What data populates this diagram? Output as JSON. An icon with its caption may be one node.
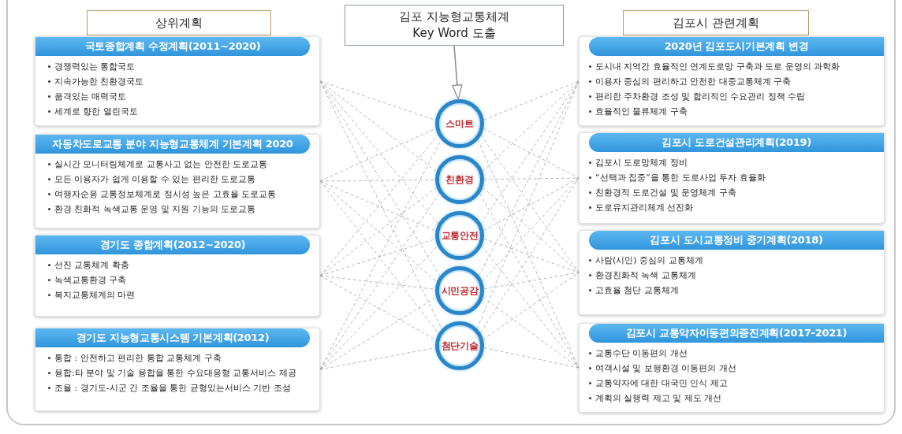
{
  "diagram": {
    "nodes": [
      {
        "text": [
          "상위계획"
        ]
      },
      {
        "text": [
          "김포 지능형교통체계 Key Word 도출"
        ]
      },
      {
        "text": [
          "김포시 관련계획"
        ]
      },
      {
        "text": [
          "국토종합계획 수정계획(2011~2020)",
          "경쟁력있는 통합국토",
          "지속가능한 친환경국토",
          "품격있는 매력국토",
          "세계로 향한 열린국토"
        ]
      },
      {
        "text": [
          "자동차도로교통 분야 지능형교통체계 기본계획 2020",
          "실시간 모니터링체계로 교통사고 없는 안전한 도로교통",
          "모든 이용자가 쉽게 이용할 수 있는 편리한 도로교통",
          "여행자순응 교통정보체계로 정시성 높은 고효율 도로교통",
          "환경 친화적 녹색교통 운영 및 지원 기능의 도로교통"
        ]
      },
      {
        "text": [
          "경기도 종합계획(2012~2020)",
          "선진 교통체계 확충",
          "녹색교통환경 구축",
          "복지교통체계의 마련"
        ]
      },
      {
        "text": [
          "경기도 지능형교통시스템 기본계획(2012)",
          "통합 : 안전하고 편리한 통합 교통체계 구축",
          "융합:타 분야 및 기술 융합을 통한 수요대응형 교통서비스 제공",
          "조율 : 경기도-시군 간 조율을 통한 균형있는서비스 기반 조성"
        ]
      },
      {
        "text": [
          "스마트"
        ]
      },
      {
        "text": [
          "친환경"
        ]
      },
      {
        "text": [
          "교통안전"
        ]
      },
      {
        "text": [
          "시민공감"
        ]
      },
      {
        "text": [
          "첨단기술"
        ]
      },
      {
        "text": [
          "2020년 김포도시기본계획 변경",
          "도시내 지역간 효율적인 연계도로망 구축과 도로 운영의 과학화",
          "이용자 중심의 편리하고 안전한 대중교통체계 구축",
          "편리한 주차환경 조성 및 합리적인 수요관리 정책 수립",
          "효율적인 물류체계 구축"
        ]
      },
      {
        "text": [
          "김포시 도로건설관리계획(2019)",
          "김포시 도로망체계 정비",
          "“선택과 집중“을 통한 도로사업 투자 효율화",
          "친환경적 도로건설 및 운영체계 구축",
          "도로유지관리체계 선진화"
        ]
      },
      {
        "text": [
          "김포시 도시교통정비 중기계획(2018)",
          "사람(시민) 중심의 교통체계",
          "환경친화적 녹색 교통체계",
          "고효율 첨단 교통체계"
        ]
      },
      {
        "text": [
          "김포시 교통약자이동편의증진계획(2017-2021)",
          "교통수단 이동편의 개선",
          "여객시설 및 보행환경 이동편의 개선",
          "교통약자에 대한 대국민 인식 제고",
          "계획의 실행력 제고 및 제도 개선"
        ]
      }
    ],
    "edges": [
      {
        "from": 3,
        "to": 7,
        "arrow": "none",
        "style": "dashed"
      },
      {
        "from": 3,
        "to": 8,
        "arrow": "none",
        "style": "dashed"
      },
      {
        "from": 3,
        "to": 9,
        "arrow": "none",
        "style": "dashed"
      },
      {
        "from": 3,
        "to": 10,
        "arrow": "none",
        "style": "dashed"
      },
      {
        "from": 3,
        "to": 11,
        "arrow": "none",
        "style": "dashed"
      },
      {
        "from": 4,
        "to": 7,
        "arrow": "none",
        "style": "dashed"
      },
      {
        "from": 4,
        "to": 8,
        "arrow": "none",
        "style": "dashed"
      },
      {
        "from": 4,
        "to": 9,
        "arrow": "none",
        "style": "dashed"
      },
      {
        "from": 4,
        "to": 10,
        "arrow": "none",
        "style": "dashed"
      },
      {
        "from": 4,
        "to": 11,
        "arrow": "none",
        "style": "dashed"
      },
      {
        "from": 5,
        "to": 7,
        "arrow": "none",
        "style": "dashed"
      },
      {
        "from": 5,
        "to": 8,
        "arrow": "none",
        "style": "dashed"
      },
      {
        "from": 5,
        "to": 9,
        "arrow": "none",
        "style": "dashed"
      },
      {
        "from": 5,
        "to": 10,
        "arrow": "none",
        "style": "dashed"
      },
      {
        "from": 5,
        "to": 11,
        "arrow": "none",
        "style": "dashed"
      },
      {
        "from": 6,
        "to": 7,
        "arrow": "none",
        "style": "dashed"
      },
      {
        "from": 6,
        "to": 8,
        "arrow": "none",
        "style": "dashed"
      },
      {
        "from": 6,
        "to": 9,
        "arrow": "none",
        "style": "dashed"
      },
      {
        "from": 6,
        "to": 10,
        "arrow": "none",
        "style": "dashed"
      },
      {
        "from": 6,
        "to": 11,
        "arrow": "none",
        "style": "dashed"
      },
      {
        "from": 7,
        "to": 12,
        "arrow": "none",
        "style": "dashed"
      },
      {
        "from": 7,
        "to": 13,
        "arrow": "none",
        "style": "dashed"
      },
      {
        "from": 7,
        "to": 14,
        "arrow": "none",
        "style": "dashed"
      },
      {
        "from": 7,
        "to": 15,
        "arrow": "none",
        "style": "dashed"
      },
      {
        "from": 8,
        "to": 12,
        "arrow": "none",
        "style": "dashed"
      },
      {
        "from": 8,
        "to": 13,
        "arrow": "none",
        "style": "dashed"
      },
      {
        "from": 8,
        "to": 14,
        "arrow": "none",
        "style": "dashed"
      },
      {
        "from": 8,
        "to": 15,
        "arrow": "none",
        "style": "dashed"
      },
      {
        "from": 9,
        "to": 12,
        "arrow": "none",
        "style": "dashed"
      },
      {
        "from": 9,
        "to": 13,
        "arrow": "none",
        "style": "dashed"
      },
      {
        "from": 9,
        "to": 14,
        "arrow": "none",
        "style": "dashed"
      },
      {
        "from": 9,
        "to": 15,
        "arrow": "none",
        "style": "dashed"
      },
      {
        "from": 10,
        "to": 12,
        "arrow": "none",
        "style": "dashed"
      },
      {
        "from": 10,
        "to": 13,
        "arrow": "none",
        "style": "dashed"
      },
      {
        "from": 10,
        "to": 14,
        "arrow": "none",
        "style": "dashed"
      },
      {
        "from": 10,
        "to": 15,
        "arrow": "none",
        "style": "dashed"
      },
      {
        "from": 11,
        "to": 12,
        "arrow": "none",
        "style": "dashed"
      },
      {
        "from": 11,
        "to": 13,
        "arrow": "none",
        "style": "dashed"
      },
      {
        "from": 11,
        "to": 14,
        "arrow": "none",
        "style": "dashed"
      },
      {
        "from": 11,
        "to": 15,
        "arrow": "none",
        "style": "dashed"
      },
      {
        "from": 1,
        "to": 7,
        "arrow": "to"
      }
    ]
  }
}
